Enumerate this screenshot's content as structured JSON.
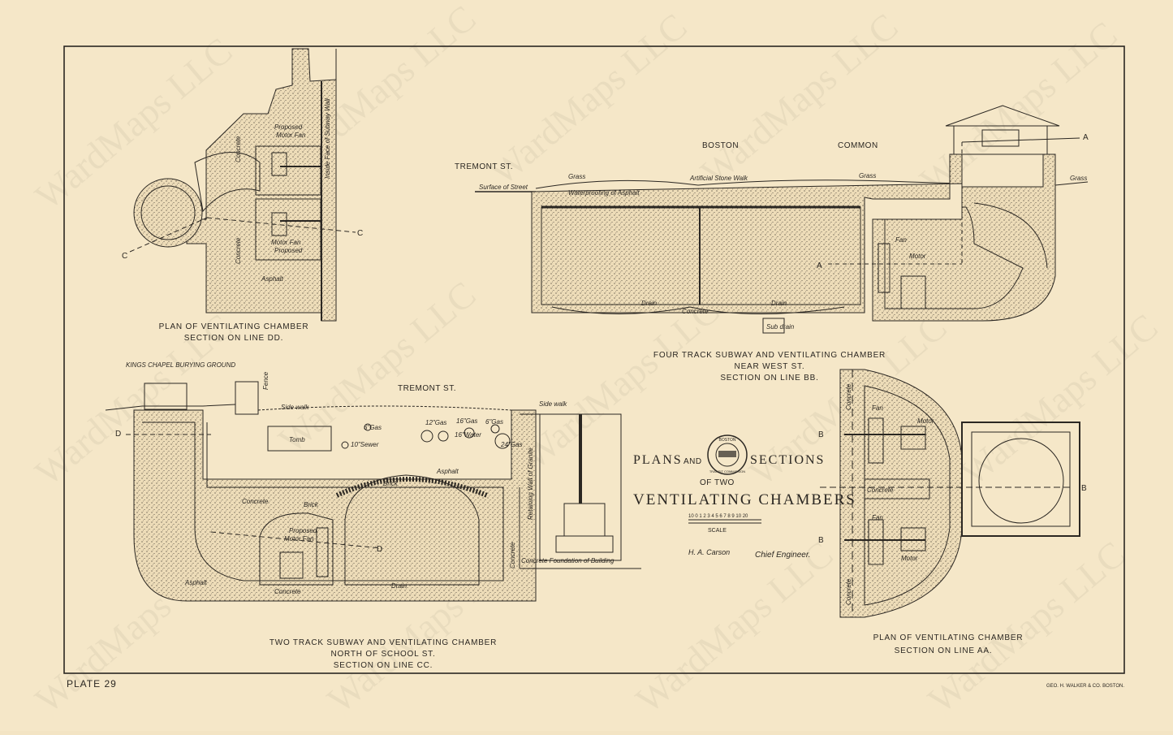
{
  "plate": "PLATE 29",
  "printer": "GEO. H. WALKER & CO. BOSTON.",
  "watermark": "WardMaps LLC",
  "title": {
    "line1_a": "PLANS",
    "line1_and": "AND",
    "line1_b": "SECTIONS",
    "line2": "OF TWO",
    "line3": "VENTILATING CHAMBERS",
    "scale_label": "SCALE",
    "scale_ticks": "10 0 1 2 3 4 5 6 7 8 9 10 20",
    "signature": "H. A. Carson",
    "signature_title": "Chief Engineer.",
    "seal_top": "BOSTON",
    "seal_bottom": "TRANSIT COMMISSION"
  },
  "plan_dd": {
    "caption1": "PLAN OF VENTILATING CHAMBER",
    "caption2": "SECTION ON LINE DD.",
    "labels": {
      "concrete_top": "Concrete",
      "concrete_bottom": "Concrete",
      "proposed_top": "Proposed",
      "motor_fan_top": "Motor    Fan",
      "motor_fan_bottom": "Motor    Fan",
      "proposed_bottom": "Proposed",
      "asphalt": "Asphalt",
      "inside_face": "Inside Face of Subway Wall",
      "c_left": "C",
      "c_right": "C"
    }
  },
  "four_track": {
    "caption1": "FOUR TRACK SUBWAY AND VENTILATING CHAMBER",
    "caption2": "NEAR WEST ST.",
    "caption3": "SECTION ON LINE BB.",
    "labels": {
      "tremont": "TREMONT ST.",
      "boston": "BOSTON",
      "common": "COMMON",
      "surface": "Surface of Street",
      "grass1": "Grass",
      "grass2": "Grass",
      "grass3": "Grass",
      "stone_walk": "Artificial Stone Walk",
      "waterproofing": "Waterproofing of Asphalt",
      "fan": "Fan",
      "motor": "Motor",
      "concrete": "Concrete",
      "drain1": "Drain",
      "drain2": "Drain",
      "subdrain": "Sub drain",
      "a_left": "A",
      "a_right": "A"
    }
  },
  "two_track": {
    "caption1": "TWO TRACK SUBWAY AND VENTILATING CHAMBER",
    "caption2": "NORTH OF SCHOOL ST.",
    "caption3": "SECTION ON LINE CC.",
    "labels": {
      "kings_chapel": "KINGS CHAPEL BURYING GROUND",
      "tremont": "TREMONT ST.",
      "sidewalk1": "Side walk",
      "sidewalk2": "Side walk",
      "tomb": "Tomb",
      "gas1": "6\"Gas",
      "gas2": "12\"Gas",
      "gas3": "16\"Gas",
      "gas4": "6\"Gas",
      "gas5": "24\"Gas",
      "water": "16\"Water",
      "sewer": "10\"Sewer",
      "asphalt1": "Asphalt",
      "asphalt2": "Asphalt",
      "brick1": "Brick",
      "brick2": "Brick",
      "concrete1": "Concrete",
      "concrete2": "Concrete",
      "concrete3": "Concrete",
      "proposed": "Proposed",
      "motor_fan": "Motor Fan",
      "drain": "Drain",
      "retaining": "Retaining Wall of Granite",
      "foundation": "Concrete Foundation of Building",
      "d_left": "D",
      "d_right": "D",
      "fence": "Fence"
    }
  },
  "plan_aa": {
    "caption1": "PLAN OF VENTILATING CHAMBER",
    "caption2": "SECTION ON LINE AA.",
    "labels": {
      "fan_top": "Fan",
      "motor_top": "Motor",
      "fan_bottom": "Fan",
      "motor_bottom": "Motor",
      "concrete1": "Concrete",
      "concrete2": "Concrete",
      "concrete3": "Concrete",
      "b_left1": "B",
      "b_left2": "B",
      "b_right": "B"
    }
  }
}
